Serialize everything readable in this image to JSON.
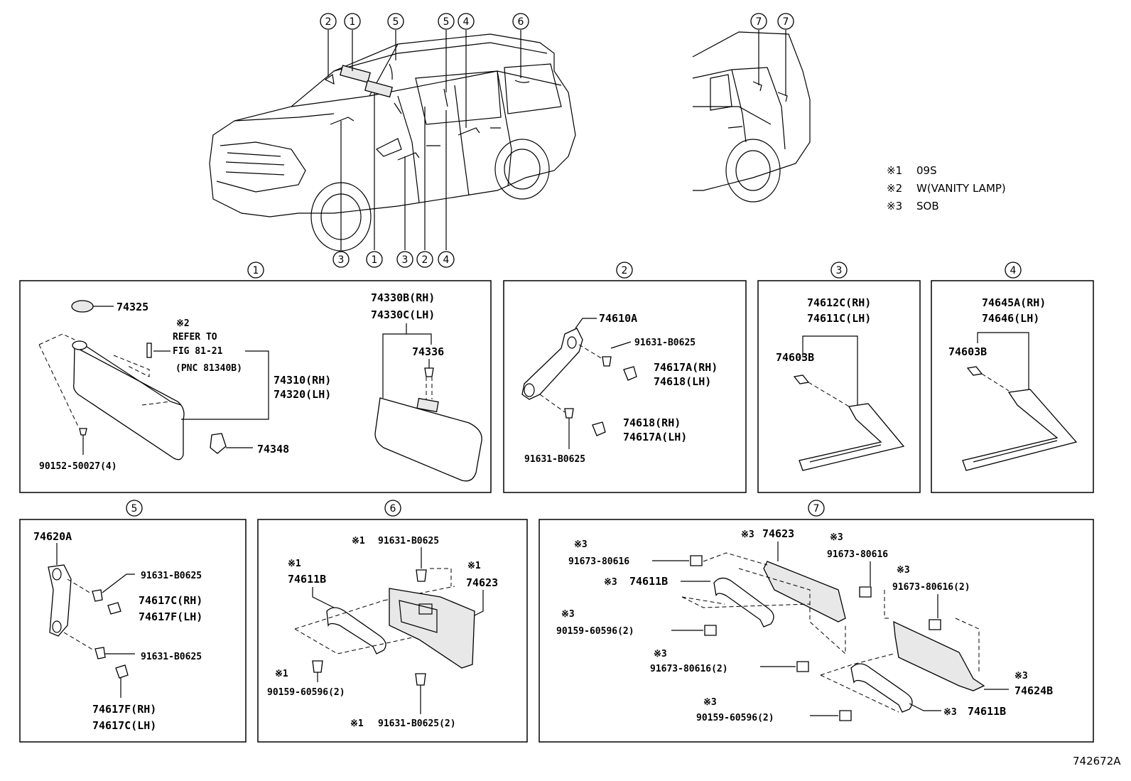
{
  "callouts": [
    "1",
    "2",
    "3",
    "4",
    "5",
    "6",
    "7"
  ],
  "notes": [
    {
      "mark": "※1",
      "text": "09S"
    },
    {
      "mark": "※2",
      "text": "W(VANITY LAMP)"
    },
    {
      "mark": "※3",
      "text": "SOB"
    }
  ],
  "figure_id": "742672A",
  "panel1": {
    "p74325": "74325",
    "note_mark": "※2",
    "refer1": "REFER TO",
    "refer2": "FIG 81-21",
    "refer3": "(PNC 81340B)",
    "p74310": "74310(RH)",
    "p74320": "74320(LH)",
    "p74330b": "74330B(RH)",
    "p74330c": "74330C(LH)",
    "p74336": "74336",
    "p74348": "74348",
    "p90152": "90152-50027(4)"
  },
  "panel2": {
    "p74610a": "74610A",
    "p91631a": "91631-B0625",
    "p74617a_rh": "74617A(RH)",
    "p74618_lh": "74618(LH)",
    "p74618_rh": "74618(RH)",
    "p74617a_lh": "74617A(LH)",
    "p91631b": "91631-B0625"
  },
  "panel3": {
    "p74612c": "74612C(RH)",
    "p74611c": "74611C(LH)",
    "p74603b": "74603B"
  },
  "panel4": {
    "p74645a": "74645A(RH)",
    "p74646": "74646(LH)",
    "p74603b": "74603B"
  },
  "panel5": {
    "p74620a": "74620A",
    "p91631a": "91631-B0625",
    "p74617c_rh": "74617C(RH)",
    "p74617f_lh": "74617F(LH)",
    "p91631b": "91631-B0625",
    "p74617f_rh": "74617F(RH)",
    "p74617c_lh": "74617C(LH)"
  },
  "panel6": {
    "n1": "※1",
    "p91631top": "91631-B0625",
    "p74611b": "74611B",
    "p74623": "74623",
    "p90159": "90159-60596(2)",
    "p91631bot": "91631-B0625(2)"
  },
  "panel7": {
    "n3": "※3",
    "p91673a": "91673-80616",
    "p74623": "74623",
    "p91673b": "91673-80616",
    "p91673c": "91673-80616(2)",
    "p74611b": "74611B",
    "p90159a": "90159-60596(2)",
    "p91673d": "91673-80616(2)",
    "p74624b": "74624B",
    "p90159b": "90159-60596(2)",
    "p74611b2": "74611B"
  }
}
